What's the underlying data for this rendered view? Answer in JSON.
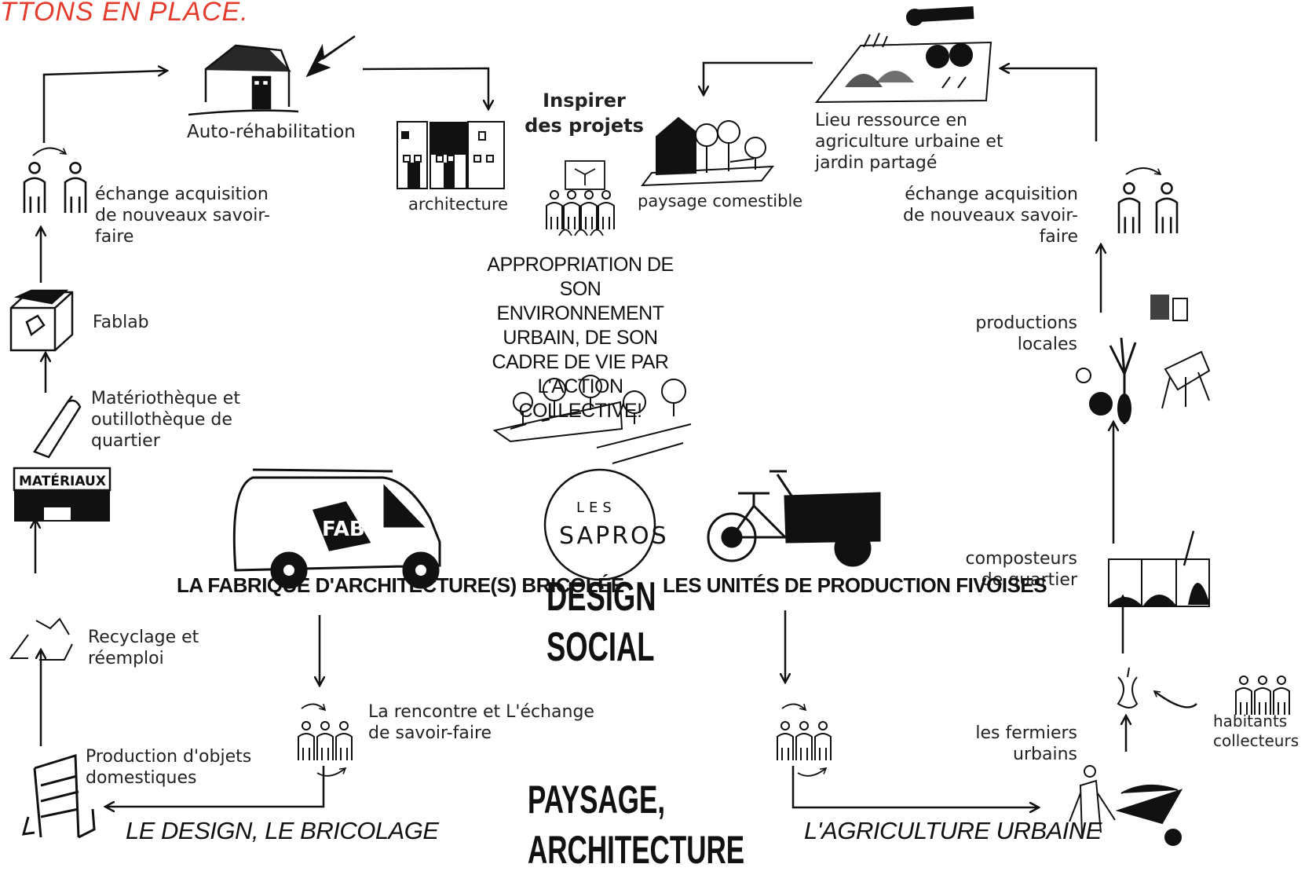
{
  "heading_fragment": "ttons en place.",
  "nodes": {
    "auto_rehab": "Auto-réhabilitation",
    "architecture": "architecture",
    "inspire": "Inspirer des projets",
    "paysage_comestible": "paysage comestible",
    "lieu_ressource": "Lieu ressource en agriculture urbaine et jardin partagé",
    "echange_left": "échange acquisition de nouveaux savoir-faire",
    "echange_right": "échange acquisition de nouveaux savoir-faire",
    "fablab": "Fablab",
    "materiotheque": "Matériothèque et outillothèque de quartier",
    "materiaux_sign": "MATÉRIAUX",
    "recyclage": "Recyclage et réemploi",
    "production_objets": "Production d'objets domestiques",
    "rencontre": "La rencontre et L'échange de savoir-faire",
    "productions_locales": "productions locales",
    "composteurs": "composteurs de quartier",
    "fermiers": "les fermiers urbains",
    "habitants": "habitants collecteurs",
    "van_logo": "FAB"
  },
  "center": {
    "appropriation": "Appropriation de son environnement urbain, de son cadre de vie par l'action collective!",
    "logo_les": "LES",
    "logo_sapros": "SAPROS",
    "design_social": "DESIGN SOCIAL",
    "paysage_architecture": "PAYSAGE, ARCHITECTURE"
  },
  "titles": {
    "fabrique": "La fabrique d'architecture(s) bricolée",
    "unites": "Les unités de production fivoises",
    "design_bricolage": "Le design, le bricolage",
    "agriculture": "L'agriculture urbaine"
  }
}
